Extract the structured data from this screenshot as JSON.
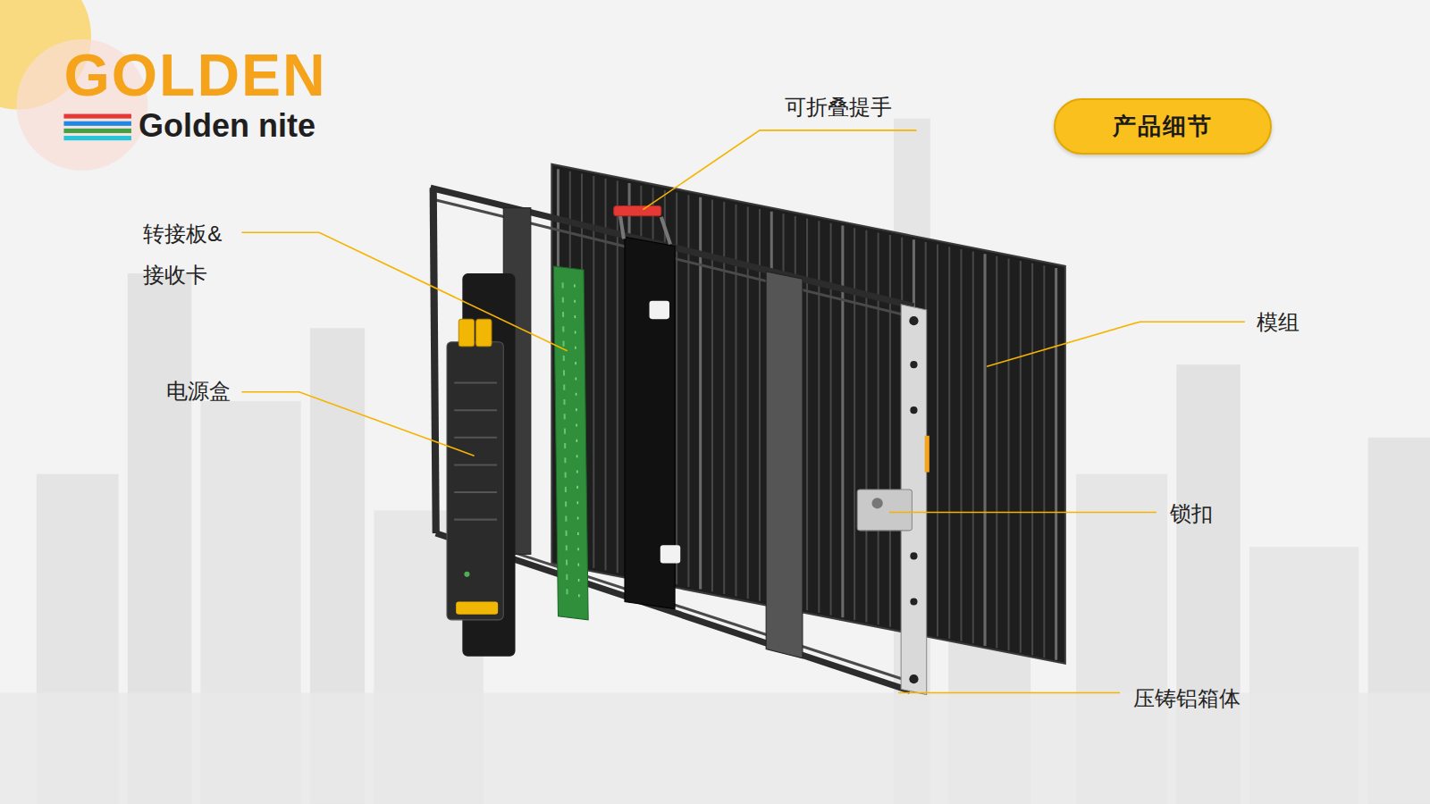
{
  "diagram": {
    "nodes": [
      {
        "text": [
          "产品细节"
        ]
      }
    ],
    "labels": [
      "GOLDEN",
      "Golden nite",
      "可折叠提手",
      "转接板& 接收卡",
      "电源盒",
      "模组",
      "锁扣",
      "压铸铝箱体"
    ]
  }
}
